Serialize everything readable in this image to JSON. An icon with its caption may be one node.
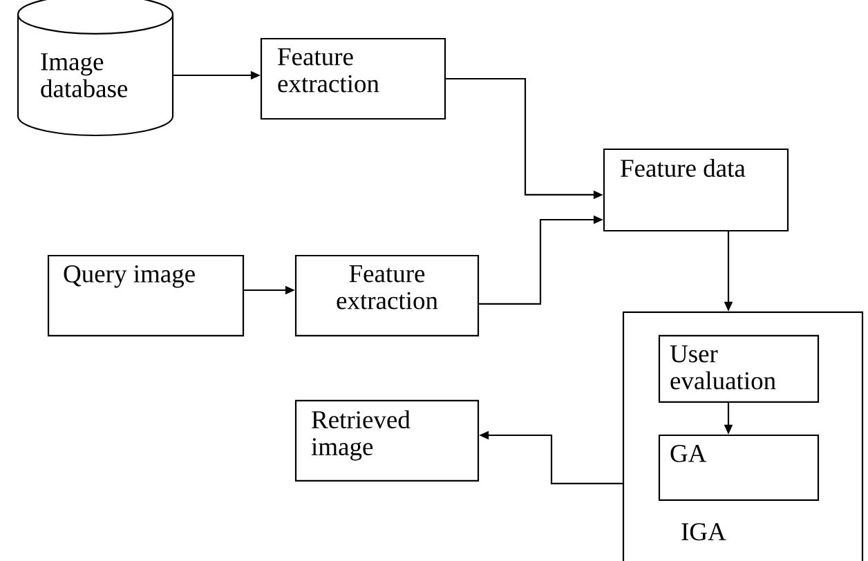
{
  "diagram": {
    "nodes": [
      {
        "text": [
          "Image database"
        ]
      },
      {
        "text": [
          "Feature extraction"
        ]
      },
      {
        "text": [
          "Feature data"
        ]
      },
      {
        "text": [
          "Query image"
        ]
      },
      {
        "text": [
          "Feature extraction"
        ]
      },
      {
        "text": [
          "IGA"
        ]
      },
      {
        "text": [
          "User evaluation"
        ],
        "in": 5
      },
      {
        "text": [
          "GA"
        ],
        "in": 5
      },
      {
        "text": [
          "Retrieved image"
        ]
      }
    ],
    "edges": [
      {
        "from": 0,
        "to": 1,
        "arrow": "to"
      },
      {
        "from": 1,
        "to": 2,
        "arrow": "to"
      },
      {
        "from": 3,
        "to": 4,
        "arrow": "to"
      },
      {
        "from": 4,
        "to": 2,
        "arrow": "to"
      },
      {
        "from": 2,
        "to": 5,
        "arrow": "to"
      },
      {
        "from": 6,
        "to": 7,
        "arrow": "to"
      },
      {
        "from": 5,
        "to": 8,
        "arrow": "to"
      }
    ]
  }
}
